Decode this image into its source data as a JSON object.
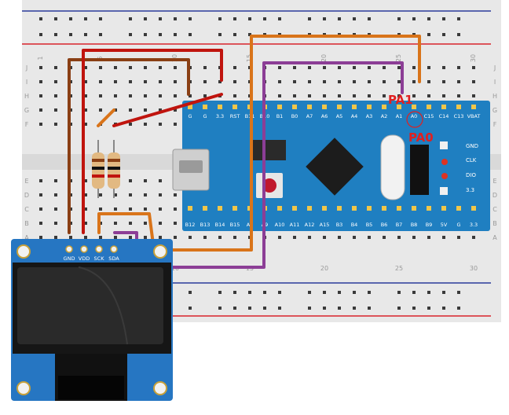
{
  "breadboard": {
    "row_letters_top": [
      "J",
      "I",
      "H",
      "G",
      "F"
    ],
    "row_letters_bottom": [
      "E",
      "D",
      "C",
      "B",
      "A"
    ],
    "column_numbers": [
      "1",
      "5",
      "10",
      "15",
      "20",
      "25",
      "30"
    ],
    "colors": {
      "board": "#e9e9e9",
      "hole": "#3a3a3a",
      "rail_red": "#d8232a",
      "rail_blue": "#2b3a9a",
      "connected_hole": "#5cb85c"
    }
  },
  "stm32_board": {
    "top_pins": [
      "G",
      "G",
      "3.3",
      "RST",
      "B11",
      "B10",
      "B1",
      "B0",
      "A7",
      "A6",
      "A5",
      "A4",
      "A3",
      "A2",
      "A1",
      "A0",
      "C15",
      "C14",
      "C13",
      "VBAT"
    ],
    "bottom_pins": [
      "B12",
      "B13",
      "B14",
      "B15",
      "A8",
      "A9",
      "A10",
      "A11",
      "A12",
      "A15",
      "B3",
      "B4",
      "B5",
      "B6",
      "B7",
      "B8",
      "B9",
      "5V",
      "G",
      "3.3"
    ],
    "side_pins": [
      "GND",
      "CLK",
      "DIO",
      "3.3"
    ],
    "color": "#1f7fc1"
  },
  "annotations": {
    "pa1": "PA1",
    "pa0": "PA0",
    "color": "#e02020"
  },
  "oled": {
    "pins": [
      "GND",
      "VDD",
      "SCK",
      "SDA"
    ],
    "pcb_color": "#2676c2",
    "screen_color": "#1c1c1c"
  },
  "wires": {
    "colors": {
      "red": "#c0140e",
      "brown": "#8a3f14",
      "orange": "#d9741a",
      "purple": "#8c3e96"
    }
  }
}
